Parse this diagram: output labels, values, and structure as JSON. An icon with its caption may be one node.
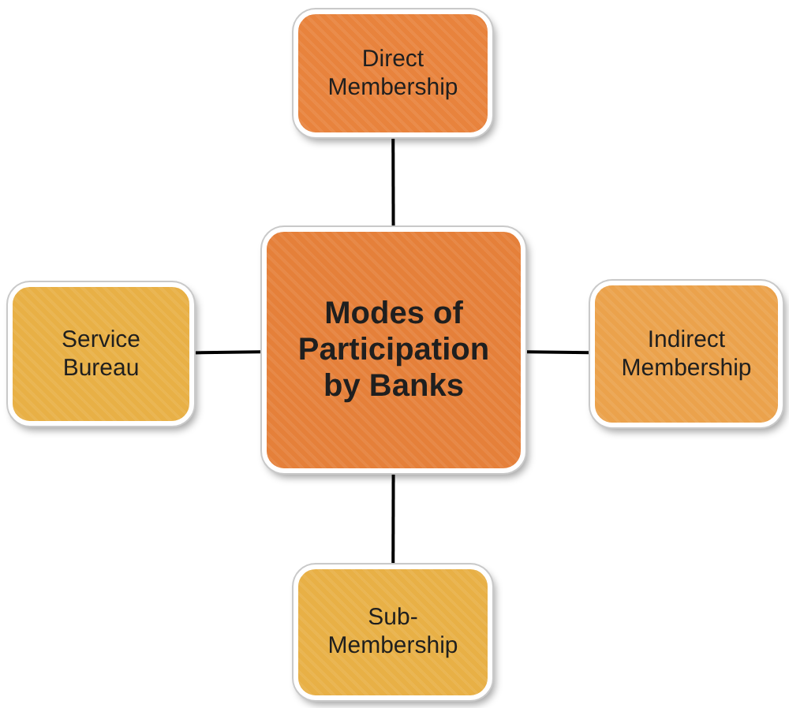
{
  "diagram": {
    "nodes": [
      {
        "text": [
          "Direct Membership"
        ]
      },
      {
        "text": [
          "Service Bureau"
        ]
      },
      {
        "text": [
          "Modes of Participation by Banks"
        ]
      },
      {
        "text": [
          "Indirect Membership"
        ]
      },
      {
        "text": [
          "Sub-Membership"
        ]
      }
    ],
    "edges": [
      {
        "from": 2,
        "to": 0,
        "arrow": "none"
      },
      {
        "from": 2,
        "to": 1,
        "arrow": "none"
      },
      {
        "from": 2,
        "to": 3,
        "arrow": "none"
      },
      {
        "from": 2,
        "to": 4,
        "arrow": "none"
      }
    ]
  }
}
